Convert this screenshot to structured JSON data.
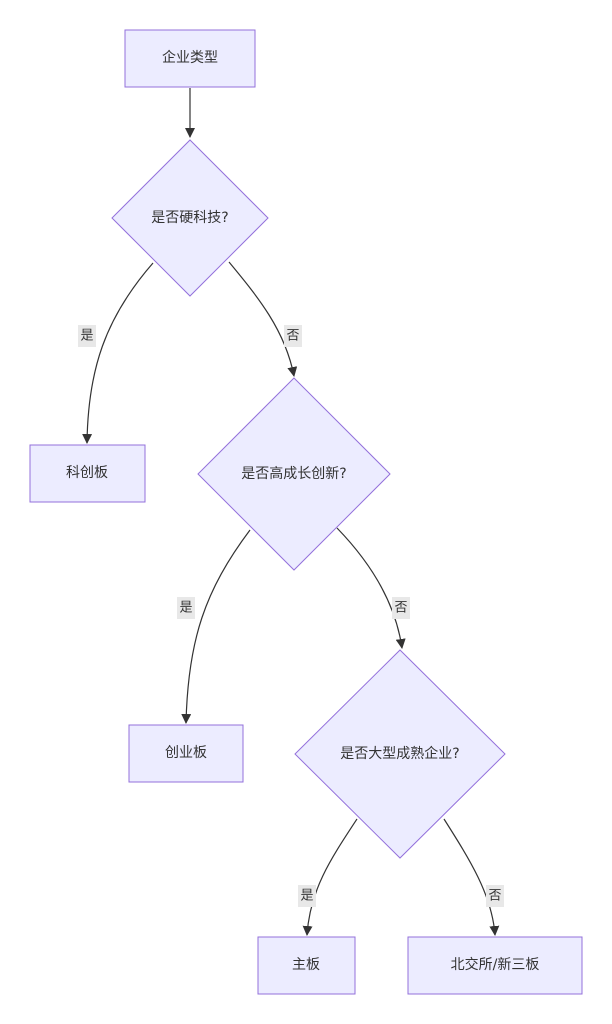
{
  "nodes": {
    "enterprise_type": "企业类型",
    "is_hard_tech": "是否硬科技?",
    "star_market": "科创板",
    "is_high_growth": "是否高成长创新?",
    "chinext": "创业板",
    "is_large_mature": "是否大型成熟企业?",
    "main_board": "主板",
    "bse_neeq": "北交所/新三板"
  },
  "edge_labels": {
    "yes": "是",
    "no": "否"
  },
  "colors": {
    "node_fill": "#ECECFF",
    "node_stroke": "#9370DB",
    "edge": "#333333",
    "label_bg": "#E8E8E8"
  }
}
